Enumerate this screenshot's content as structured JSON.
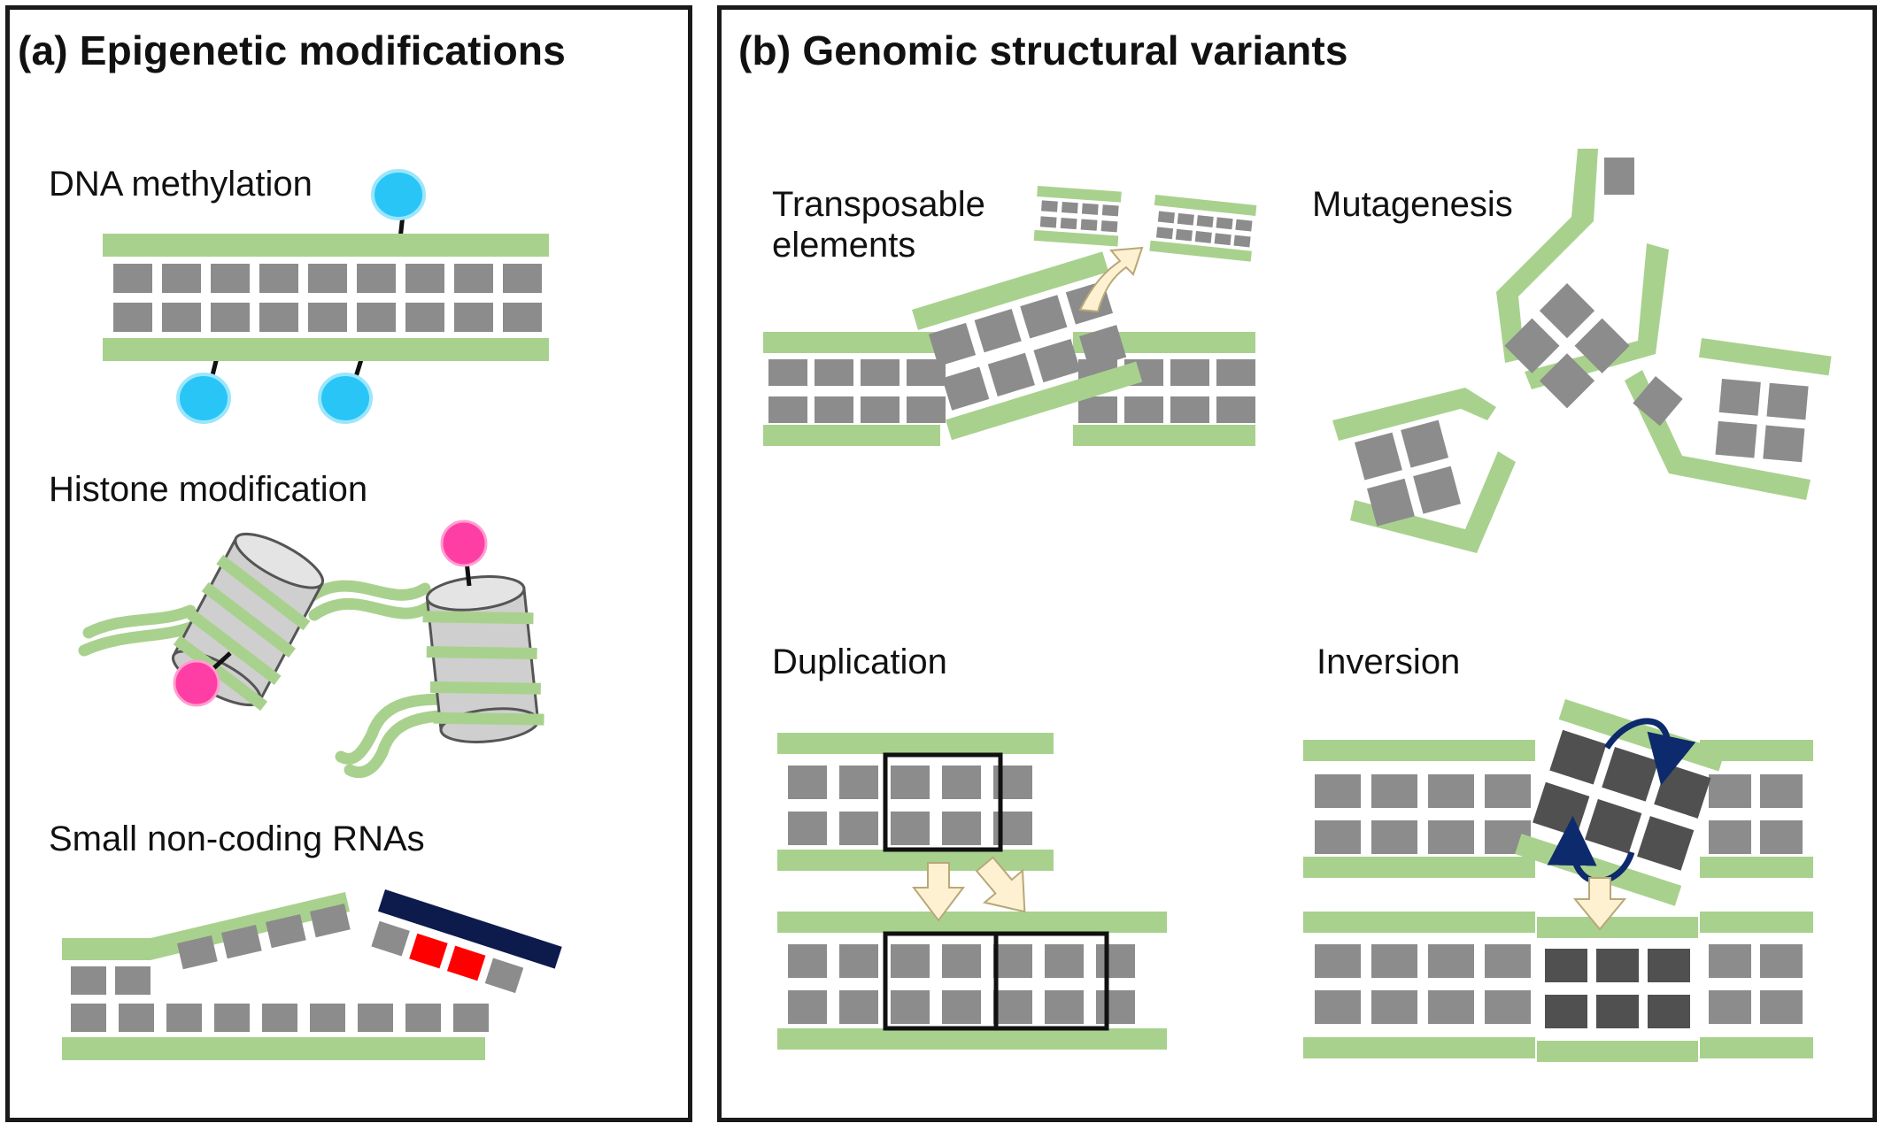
{
  "panel_a": {
    "title": "(a) Epigenetic modifications",
    "labels": {
      "dna_methylation": "DNA methylation",
      "histone_modification": "Histone modification",
      "small_rnas": "Small non-coding RNAs"
    }
  },
  "panel_b": {
    "title": "(b) Genomic structural variants",
    "labels": {
      "transposable": "Transposable\nelements",
      "mutagenesis": "Mutagenesis",
      "duplication": "Duplication",
      "inversion": "Inversion"
    }
  },
  "colors": {
    "backbone": "#a9d18e",
    "base": "#8c8c8c",
    "base_dark": "#505050",
    "methyl": "#29c5f6",
    "histone_mark": "#ff3ea5",
    "histone_body": "#cfcfcf",
    "rna_strand": "#0d1b4c",
    "rna_base": "#ff0000",
    "arrow_fill": "#fdf1d2",
    "arrow_stroke": "#b8a878",
    "rotate_arrow": "#0d2a6c",
    "outline": "#111111"
  }
}
